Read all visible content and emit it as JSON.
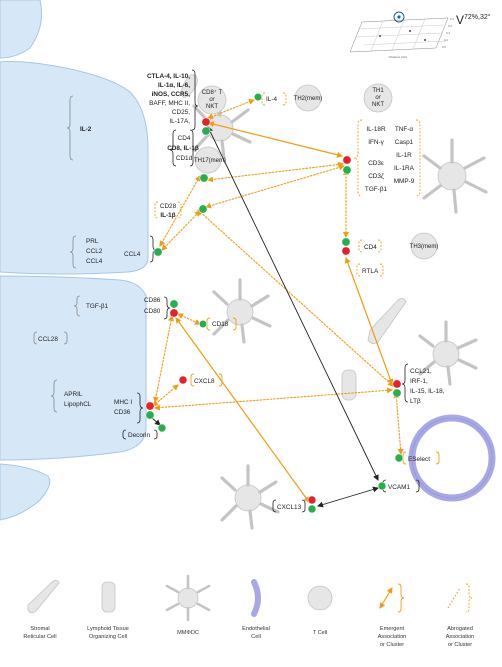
{
  "header": {
    "view_label": "V",
    "view_angle": "72%,32°"
  },
  "mini_plot": {
    "axis_label": "Distance (AU)",
    "right_ticks": [
      "0.1",
      "0.2",
      "0.3",
      "0.4",
      "0.5"
    ]
  },
  "left_clusters": {
    "il2": "IL-2",
    "prl": [
      "PRL",
      "CCL2",
      "CCL4"
    ],
    "tgf": "TGF-β1",
    "ccl28": "CCL28",
    "april": [
      "APRIL",
      "LipophCL"
    ]
  },
  "cells": {
    "cd8_nkt": [
      "CD8⁺ T",
      "or",
      "NKT"
    ],
    "th2": "TH2(mem)",
    "th1_nkt": [
      "TH1",
      "or",
      "NKT"
    ],
    "th17": "TH17(mem)",
    "th3": "TH3(mem)"
  },
  "cluster_a": {
    "bold": [
      "CTLA-4, IL-10,",
      "IL-1α, IL-6,",
      "iNOS, CCR5,"
    ],
    "normal": [
      "BAFF, MHC II,",
      "CD25,",
      "IL-17A,"
    ]
  },
  "cluster_b": {
    "normal": [
      "CD4"
    ],
    "bold": [
      "CD8, IL-1β"
    ],
    "last": "CD1d"
  },
  "cluster_c": {
    "normal": "CD28",
    "bold": "IL-1β"
  },
  "labels": {
    "il4": "IL-4",
    "ccl4": "CCL4",
    "cd86": "CD86",
    "cd80": "CD80",
    "cd18": "CD18",
    "cxcl8": "CXCL8",
    "mhc": [
      "MHC I",
      "CD36"
    ],
    "decorin": "Decorin",
    "cxcl13": "CXCL13",
    "vcam1": "VCAM1",
    "eselect": "ESelect",
    "cd4": "CD4",
    "rtla": "RTLA"
  },
  "cluster_right": {
    "col1": [
      "IL-18R",
      "IFN-γ",
      "CD3ε",
      "CD3ζ",
      "TGF-β1"
    ],
    "col2": [
      "TNF-α",
      "Casp1",
      "IL-1R",
      "IL-1RA",
      "MMP-9"
    ]
  },
  "cluster_ccl21": [
    "CCL21,",
    "IRF-1,",
    "IL-15, IL-18,",
    "LTβ"
  ],
  "legend": [
    {
      "label": [
        "Stromal",
        "Reticular Cell"
      ]
    },
    {
      "label": [
        "Lymphoid Tissue",
        "Organizing Cell"
      ]
    },
    {
      "label": [
        "MMΦDC"
      ]
    },
    {
      "label": [
        "Endothelial",
        "Cell"
      ]
    },
    {
      "label": [
        "T Cell"
      ]
    },
    {
      "label": [
        "Emergent",
        "Association",
        "or Cluster"
      ]
    },
    {
      "label": [
        "Abrogated",
        "Association",
        "or Cluster"
      ]
    }
  ],
  "colors": {
    "tissue_fill": "#d6e8f8",
    "tissue_stroke": "#a9c6e2",
    "cell_fill": "#e6e6e6",
    "cell_stroke": "#c4c4c4",
    "emergent": "#f39c12",
    "node_green": "#22b14c",
    "node_red": "#e8202a",
    "endothelial": "#a8a8e8"
  }
}
